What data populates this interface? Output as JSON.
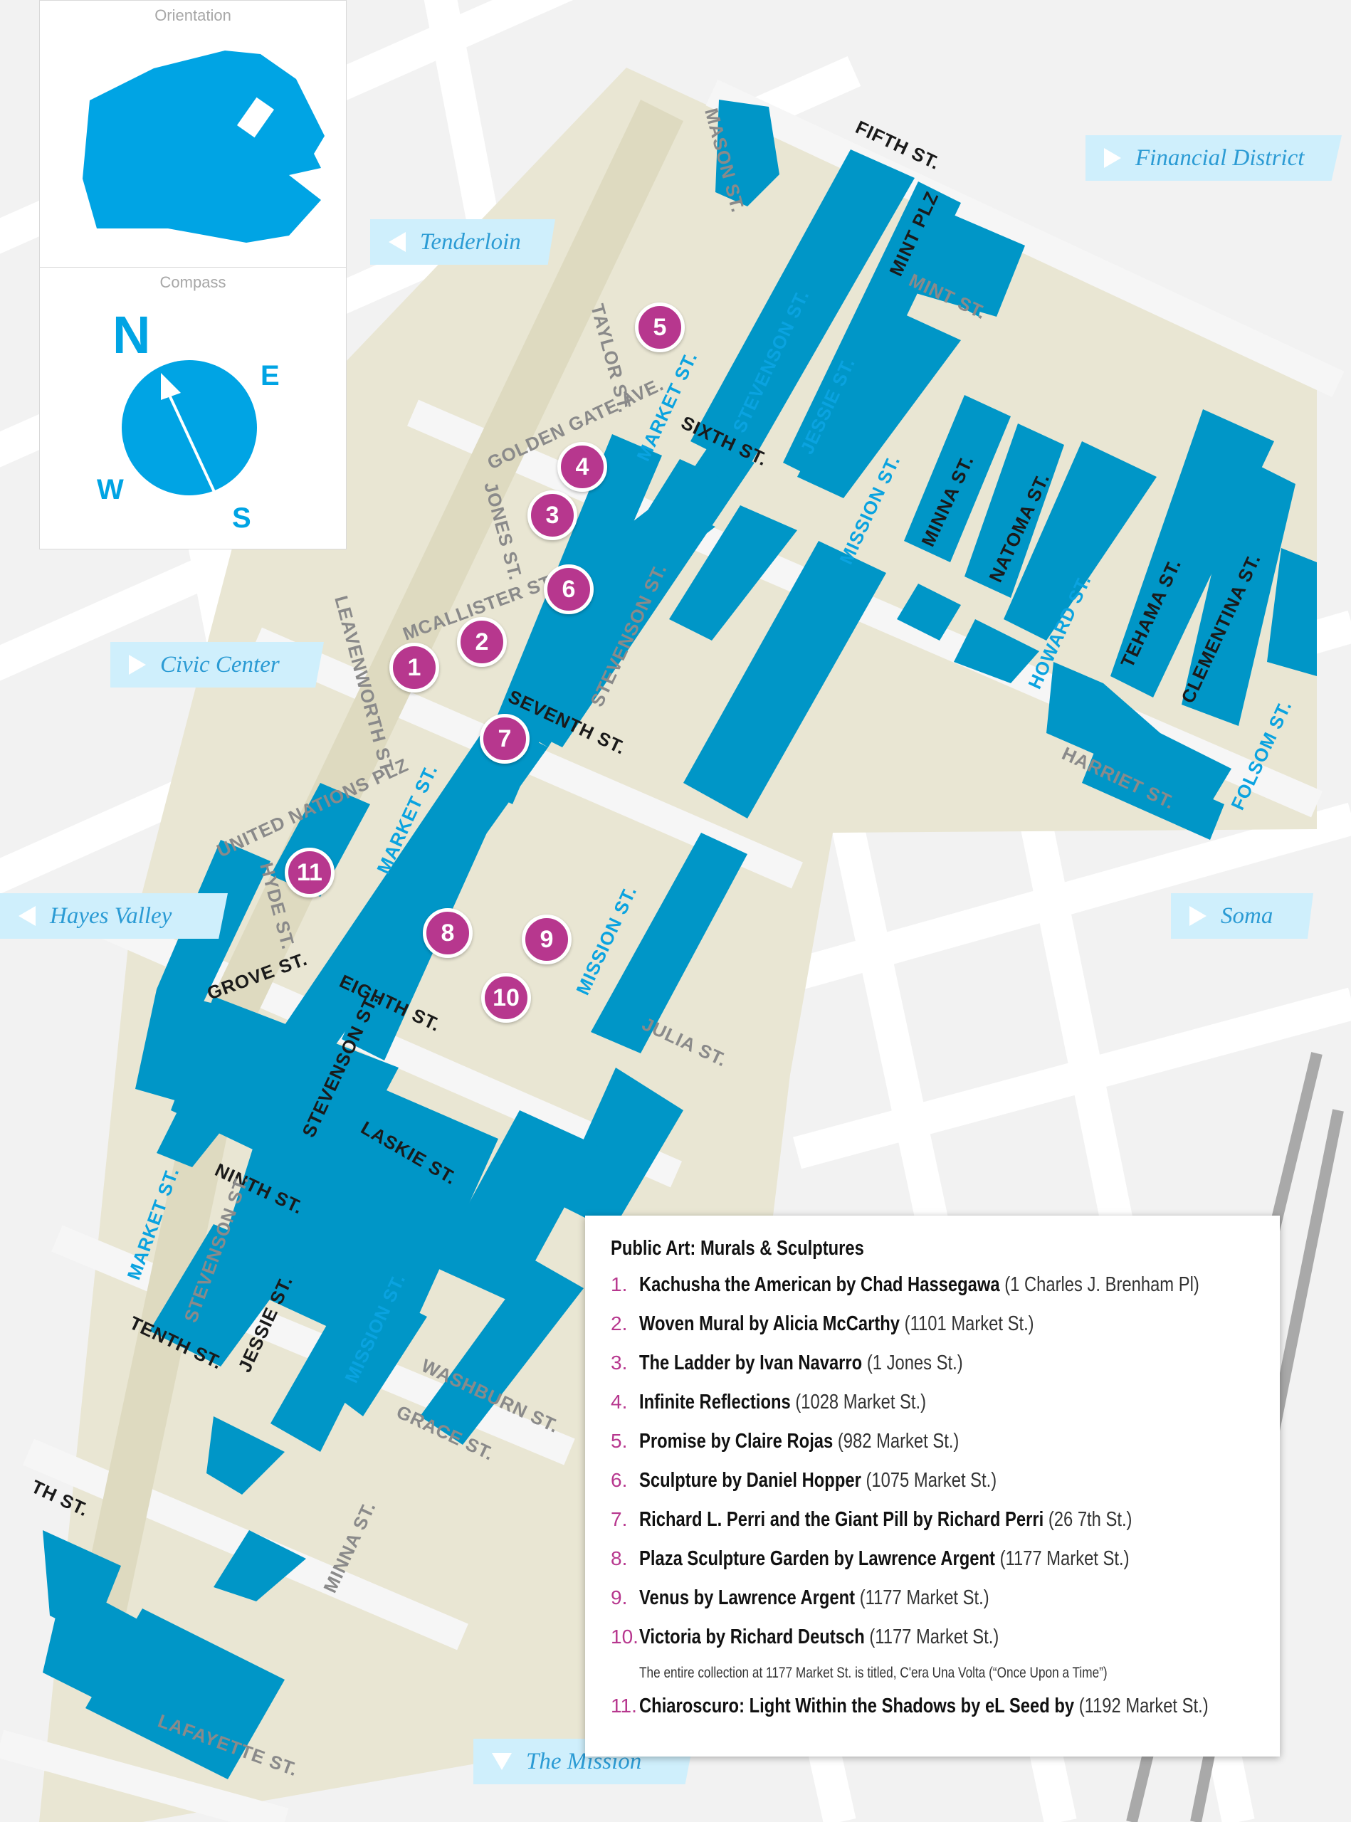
{
  "colors": {
    "block": "#0096c7",
    "street_corridor": "#e9e6d3",
    "road": "#e6e6e6",
    "marker": "#b7378e",
    "legend_number": "#b7378e",
    "neighborhood_tab": "#cfeffc",
    "neighborhood_text": "#2b9bd4",
    "inset_fill": "#00a4e4"
  },
  "orientation": {
    "title": "Orientation"
  },
  "compass": {
    "title": "Compass",
    "north": "N",
    "east": "E",
    "west": "W",
    "south": "S"
  },
  "neighborhoods": {
    "tenderloin": "Tenderloin",
    "financial_district": "Financial District",
    "civic_center": "Civic Center",
    "hayes_valley": "Hayes Valley",
    "soma": "Soma",
    "the_mission": "The Mission"
  },
  "streets": {
    "mason": "MASON ST.",
    "fifth": "FIFTH ST.",
    "mint_plz": "MINT PLZ",
    "mint_st": "MINT ST.",
    "taylor": "TAYLOR ST.",
    "market": "MARKET ST.",
    "stevenson": "STEVENSON ST.",
    "jessie": "JESSIE ST.",
    "golden_gate": "GOLDEN GATE AVE.",
    "sixth": "SIXTH ST.",
    "mission": "MISSION ST.",
    "minna": "MINNA ST.",
    "natoma": "NATOMA ST.",
    "jones": "JONES ST.",
    "mcallister": "MCALLISTER ST.",
    "leavenworth": "LEAVENWORTH ST.",
    "howard": "HOWARD ST.",
    "tehama": "TEHAMA ST.",
    "clementina": "CLEMENTINA ST.",
    "seventh": "SEVENTH ST.",
    "folsom": "FOLSOM ST.",
    "harriet": "HARRIET ST.",
    "united_nations": "UNITED NATIONS PLZ",
    "hyde": "HYDE ST.",
    "grove": "GROVE ST.",
    "eighth": "EIGHTH ST.",
    "julia": "JULIA ST.",
    "laskie": "LASKIE ST.",
    "ninth": "NINTH ST.",
    "tenth": "TENTH ST.",
    "washburn": "WASHBURN ST.",
    "grace": "GRACE ST.",
    "eleventh_partial": "TH ST.",
    "lafayette": "LAFAYETTE ST."
  },
  "markers": [
    "1",
    "2",
    "3",
    "4",
    "5",
    "6",
    "7",
    "8",
    "9",
    "10",
    "11"
  ],
  "legend": {
    "title": "Public Art: Murals & Sculptures",
    "items": [
      {
        "num": "1.",
        "name": "Kachusha the American by Chad Hassegawa",
        "address": "(1 Charles J. Brenham Pl)"
      },
      {
        "num": "2.",
        "name": "Woven Mural by Alicia McCarthy",
        "address": "(1101 Market St.)"
      },
      {
        "num": "3.",
        "name": "The Ladder by Ivan Navarro",
        "address": "(1 Jones St.)"
      },
      {
        "num": "4.",
        "name": "Infinite Reflections",
        "address": "(1028 Market St.)"
      },
      {
        "num": "5.",
        "name": "Promise by Claire Rojas",
        "address": "(982 Market St.)"
      },
      {
        "num": "6.",
        "name": "Sculpture by Daniel Hopper",
        "address": "(1075 Market St.)"
      },
      {
        "num": "7.",
        "name": "Richard L. Perri and the Giant Pill by Richard Perri",
        "address": "(26 7th St.)"
      },
      {
        "num": "8.",
        "name": "Plaza Sculpture Garden by Lawrence Argent",
        "address": "(1177 Market St.)"
      },
      {
        "num": "9.",
        "name": "Venus by Lawrence Argent",
        "address": "(1177 Market St.)"
      },
      {
        "num": "10.",
        "name": "Victoria by Richard Deutsch",
        "address": "(1177 Market St.)"
      }
    ],
    "note": "The entire collection at 1177 Market St. is titled, C'era Una Volta (“Once Upon a Time”)",
    "last_item": {
      "num": "11.",
      "name": "Chiaroscuro: Light Within the Shadows by eL Seed by",
      "address": "(1192 Market St.)"
    }
  }
}
